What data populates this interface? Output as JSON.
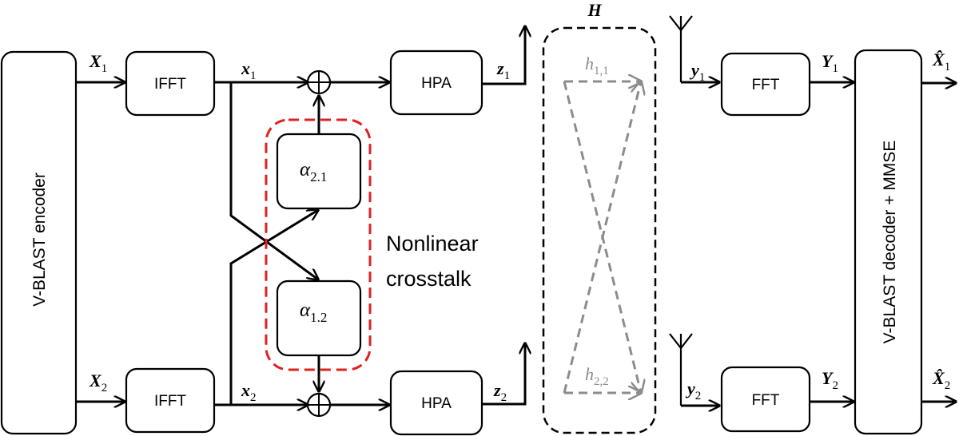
{
  "encoder": {
    "label": "V-BLAST encoder"
  },
  "decoder": {
    "label": "V-BLAST decoder + MMSE"
  },
  "ifft": {
    "label": "IFFT"
  },
  "hpa": {
    "label": "HPA"
  },
  "fft": {
    "label": "FFT"
  },
  "channel": {
    "label": "H"
  },
  "crosstalk": {
    "line1": "Nonlinear",
    "line2": "crosstalk"
  },
  "alpha21": {
    "base": "α",
    "sub": "2.1"
  },
  "alpha12": {
    "base": "α",
    "sub": "1.2"
  },
  "signals": {
    "X1": {
      "base": "X",
      "sub": "1"
    },
    "X2": {
      "base": "X",
      "sub": "2"
    },
    "x1": {
      "base": "x",
      "sub": "1"
    },
    "x2": {
      "base": "x",
      "sub": "2"
    },
    "z1": {
      "base": "z",
      "sub": "1"
    },
    "z2": {
      "base": "z",
      "sub": "2"
    },
    "y1": {
      "base": "y",
      "sub": "1"
    },
    "y2": {
      "base": "y",
      "sub": "2"
    },
    "Y1": {
      "base": "Y",
      "sub": "1"
    },
    "Y2": {
      "base": "Y",
      "sub": "2"
    },
    "Xhat1": {
      "base": "X̂",
      "sub": "1"
    },
    "Xhat2": {
      "base": "X̂",
      "sub": "2"
    }
  },
  "h11": {
    "base": "h",
    "sub": "1,1"
  },
  "h22": {
    "base": "h",
    "sub": "2,2"
  },
  "colors": {
    "crosstalk_border": "#e02020",
    "channel_arrows": "#8c8c8c",
    "channel_border": "#000000"
  }
}
